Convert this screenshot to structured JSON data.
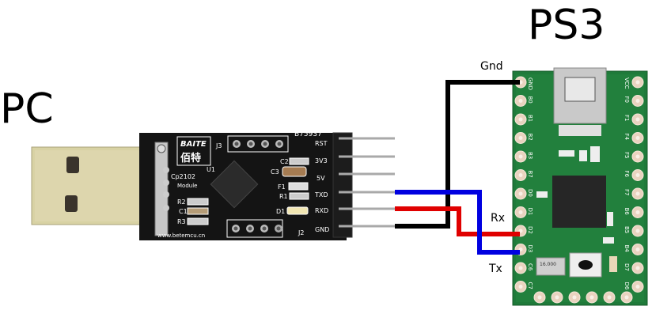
{
  "labels": {
    "pc": "PC",
    "ps3": "PS3"
  },
  "wires": [
    {
      "name": "gnd",
      "label": "Gnd",
      "color": "#000000"
    },
    {
      "name": "rx",
      "label": "Rx",
      "color": "#e00000"
    },
    {
      "name": "tx",
      "label": "Tx",
      "color": "#0000e0"
    }
  ],
  "usb_adapter": {
    "brand": "BAITE",
    "brand_cn": "佰特",
    "chip": "Cp2102",
    "module": "Module",
    "url": "www.betemcu.cn",
    "part_no": "B75937",
    "pins": [
      "RST",
      "3V3",
      "5V",
      "TXD",
      "RXD",
      "GND"
    ],
    "components": [
      "U1",
      "J3",
      "J2",
      "C2",
      "C3",
      "F1",
      "R1",
      "D1",
      "R2",
      "C1",
      "R3"
    ]
  },
  "teensy": {
    "left_pins": [
      "GND",
      "B0",
      "B1",
      "B2",
      "B3",
      "B7",
      "D0",
      "D1",
      "D2",
      "D3",
      "C6",
      "C7"
    ],
    "right_pins": [
      "VCC",
      "F0",
      "F1",
      "F4",
      "F5",
      "F6",
      "F7",
      "B6",
      "B5",
      "B4",
      "D7",
      "D6"
    ],
    "crystal": "16.000"
  }
}
